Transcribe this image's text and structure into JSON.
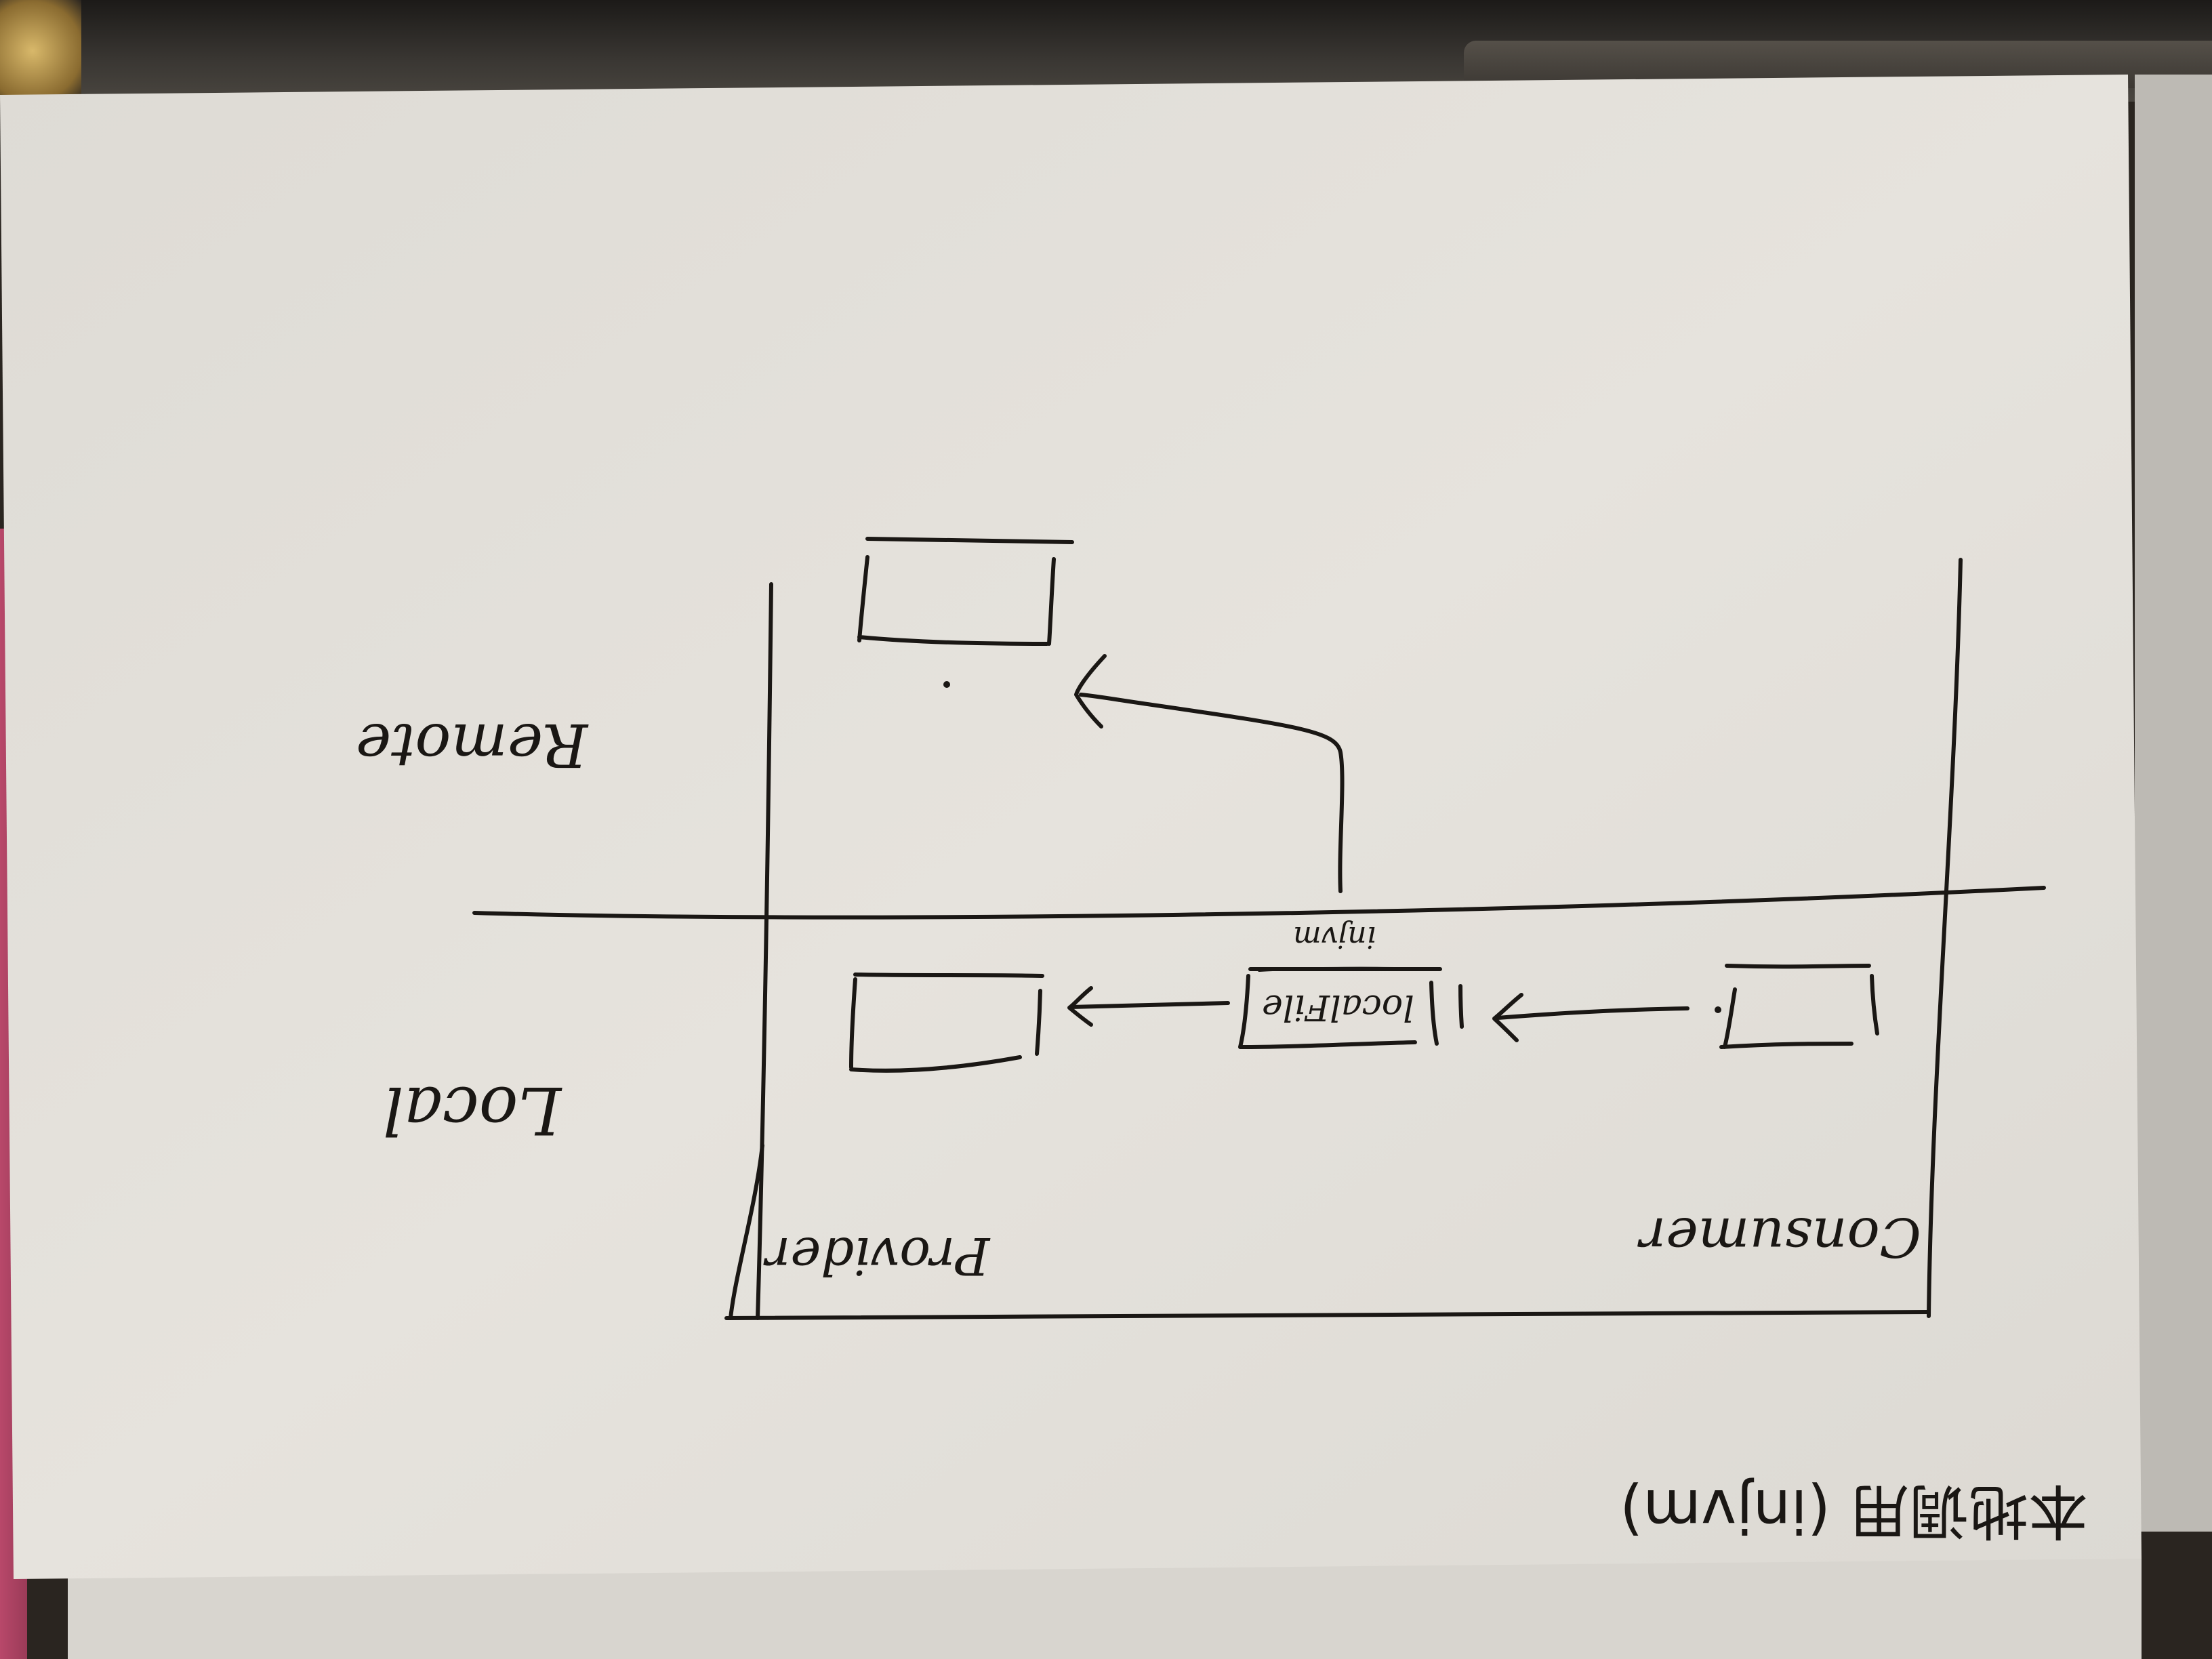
{
  "diagram": {
    "regions": {
      "remote_label": "Remote",
      "local_label": "Local"
    },
    "columns": {
      "provider_label": "Provider",
      "consumer_label": "Consumer"
    },
    "nodes": {
      "local_file_label": "localFile",
      "injvm_label": "injvm"
    },
    "title": "本地调用 (injvm)",
    "orientation": "upside-down",
    "ink_color": "#1a1714",
    "paper_color": "#e4e1db"
  }
}
